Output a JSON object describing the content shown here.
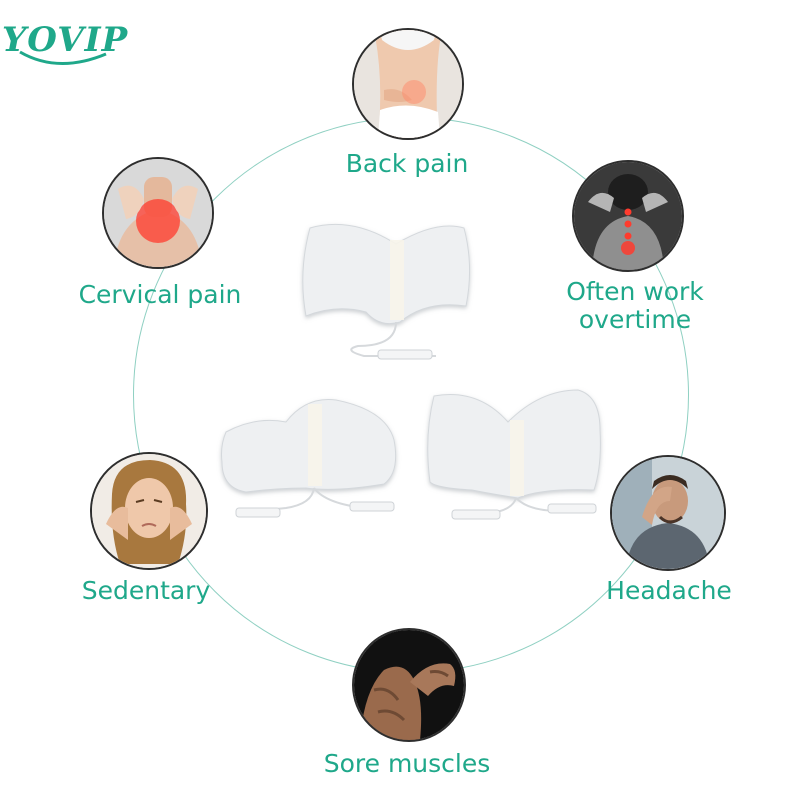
{
  "brand": {
    "logo_text": "YOVIP",
    "accent": "#1fa88a"
  },
  "conditions": [
    {
      "id": "back",
      "label": "Back pain"
    },
    {
      "id": "cervical",
      "label": "Cervical pain"
    },
    {
      "id": "overtime",
      "label_line1": "Often work",
      "label_line2": "overtime"
    },
    {
      "id": "sedentary",
      "label": "Sedentary"
    },
    {
      "id": "headache",
      "label": "Headache"
    },
    {
      "id": "muscles",
      "label": "Sore muscles"
    }
  ],
  "colors": {
    "ring": "#8fd0c2",
    "pad": "#eef0f2",
    "pain": "#ff3b2e"
  }
}
